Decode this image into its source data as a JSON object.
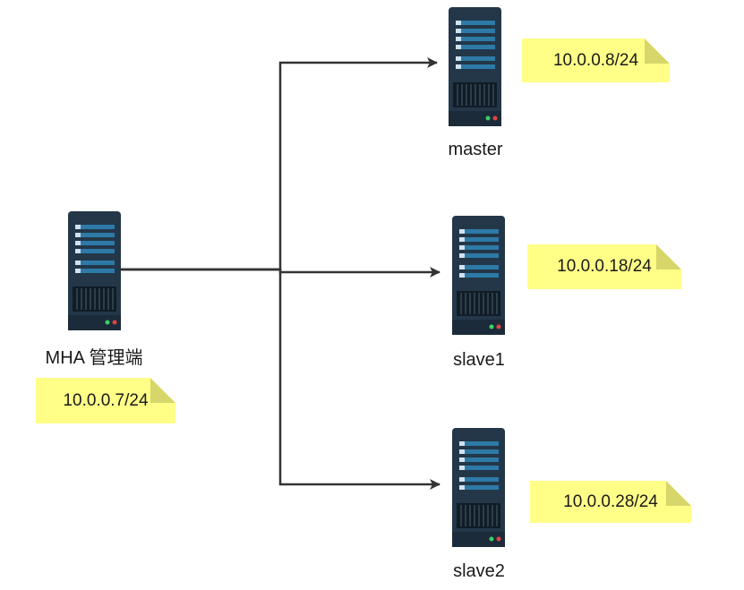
{
  "nodes": {
    "manager": {
      "label": "MHA 管理端",
      "ip": "10.0.0.7/24"
    },
    "master": {
      "label": "master",
      "ip": "10.0.0.8/24"
    },
    "slave1": {
      "label": "slave1",
      "ip": "10.0.0.18/24"
    },
    "slave2": {
      "label": "slave2",
      "ip": "10.0.0.28/24"
    }
  },
  "edges": [
    {
      "from": "manager",
      "to": "master"
    },
    {
      "from": "manager",
      "to": "slave1"
    },
    {
      "from": "manager",
      "to": "slave2"
    }
  ],
  "colors": {
    "server_body": "#233748",
    "server_panel": "#2d7aa8",
    "note_fill": "#ffff88",
    "edge": "#333333"
  }
}
